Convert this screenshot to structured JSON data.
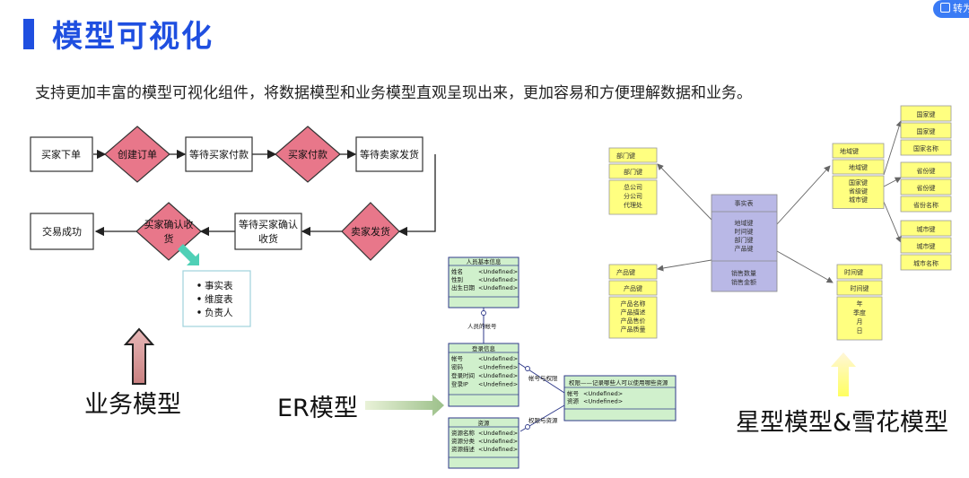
{
  "header": {
    "title": "模型可视化",
    "subtitle": "支持更加丰富的模型可视化组件，将数据模型和业务模型直观呈现出来，更加容易和方便理解数据和业务。",
    "badge": "转为"
  },
  "business_flow": {
    "row1": [
      "买家下单",
      "创建订单",
      "等待买家付款",
      "买家付款",
      "等待卖家发货"
    ],
    "row2": [
      "卖家发货",
      "等待买家确认收货",
      "买家确认收货",
      "交易成功"
    ],
    "popup_items": [
      "事实表",
      "维度表",
      "负责人"
    ],
    "caption": "业务模型"
  },
  "er": {
    "caption": "ER模型",
    "person": {
      "title": "人员基本信息",
      "rows": [
        [
          "姓名",
          "<Undefined>"
        ],
        [
          "性别",
          "<Undefined>"
        ],
        [
          "出生日期",
          "<Undefined>"
        ]
      ]
    },
    "rel1": "人员的帐号",
    "account": {
      "title": "登录信息",
      "rows": [
        [
          "帐号",
          "<Undefined>"
        ],
        [
          "密码",
          "<Undefined>"
        ],
        [
          "登录时间",
          "<Undefined>"
        ],
        [
          "登录IP",
          "<Undefined>"
        ]
      ]
    },
    "rel2": "帐号与权限",
    "permission": {
      "title": "权限——记录哪些人可以使用哪些资源",
      "rows": [
        [
          "帐号",
          "<Undefined>"
        ],
        [
          "资源",
          "<Undefined>"
        ]
      ]
    },
    "rel3": "权限与资源",
    "resource": {
      "title": "资源",
      "rows": [
        [
          "资源名称",
          "<Undefined>"
        ],
        [
          "资源分类",
          "<Undefined>"
        ],
        [
          "资源描述",
          "<Undefined>"
        ]
      ]
    }
  },
  "star": {
    "caption": "星型模型&雪花模型",
    "fact": {
      "title": "事实表",
      "keys": [
        "地域键",
        "时间键",
        "部门键",
        "产品键"
      ],
      "measures": [
        "销售数量",
        "销售金额"
      ]
    },
    "dept": {
      "cells": [
        "部门键",
        "部门键"
      ],
      "values": [
        "总公司",
        "分公司",
        "代理处"
      ]
    },
    "product": {
      "cells": [
        "产品键",
        "产品键"
      ],
      "values": [
        "产品名称",
        "产品描述",
        "产品售价",
        "产品质量"
      ]
    },
    "region": {
      "cells": [
        "地域键",
        "地域键"
      ],
      "values": [
        "国家键",
        "省级键",
        "城市键"
      ]
    },
    "time": {
      "cells": [
        "时间键",
        "时间键"
      ],
      "values": [
        "年",
        "季度",
        "月",
        "日"
      ]
    },
    "country": [
      "国家键",
      "国家键",
      "国家名称"
    ],
    "province": [
      "省份键",
      "省份键",
      "省份名称"
    ],
    "city": [
      "城市键",
      "城市键",
      "城市名称"
    ]
  }
}
